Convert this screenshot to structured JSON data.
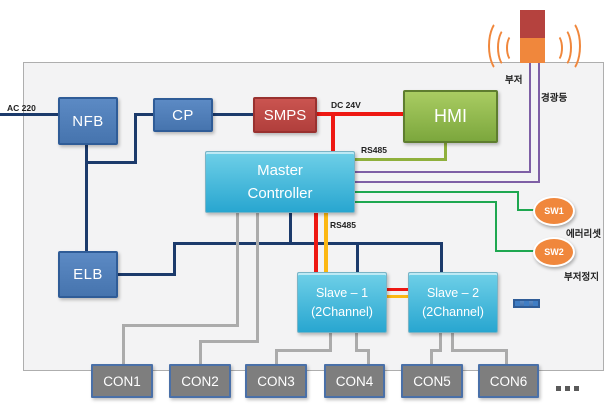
{
  "palette": {
    "navy": "#1b3a6b",
    "red": "#ee1813",
    "yellow": "#fcb813",
    "olive": "#8fb03c",
    "purple": "#7e5fa5",
    "green": "#1ea750",
    "gray": "#ababab",
    "orange": "#f0873c",
    "tower-red": "#b5423e"
  },
  "diagram": {
    "ac_label": "AC 220",
    "dc_label": "DC 24V",
    "rs485_hmi_label": "RS485",
    "rs485_slave_label": "RS485",
    "buzzer_label": "부저",
    "warning_lamp_label": "경광등",
    "sw1_caption": "에러리셋",
    "sw2_caption": "부저정지",
    "nodes": {
      "nfb": "NFB",
      "cp": "CP",
      "smps": "SMPS",
      "hmi": "HMI",
      "master": {
        "line1": "Master",
        "line2": "Controller"
      },
      "elb": "ELB",
      "slave1": {
        "line1": "Slave – 1",
        "line2": "(2Channel)"
      },
      "slave2": {
        "line1": "Slave – 2",
        "line2": "(2Channel)"
      },
      "sw1": "SW1",
      "sw2": "SW2",
      "connectors": [
        "CON1",
        "CON2",
        "CON3",
        "CON4",
        "CON5",
        "CON6"
      ]
    }
  }
}
